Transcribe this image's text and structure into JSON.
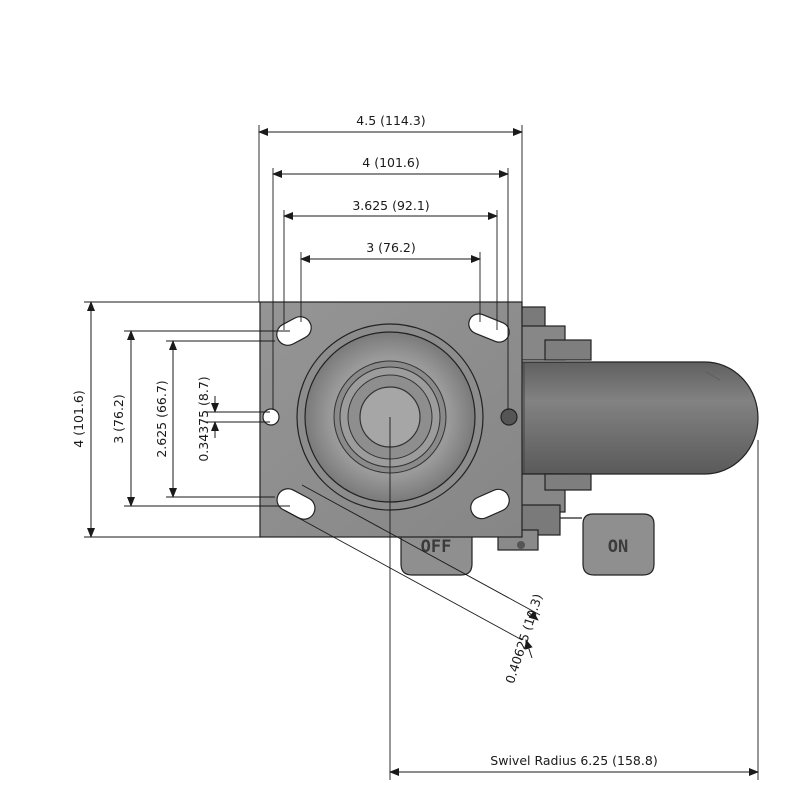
{
  "dimensions": {
    "plate_width": "4.5 (114.3)",
    "bolt_spacing_outer_x": "4 (101.6)",
    "bolt_spacing_mid_x": "3.625 (92.1)",
    "bolt_spacing_inner_x": "3 (76.2)",
    "plate_height": "4 (101.6)",
    "bolt_spacing_outer_y": "3 (76.2)",
    "bolt_spacing_mid_y": "2.625 (66.7)",
    "slot_width": "0.34375 (8.7)",
    "bolt_hole_diameter": "0.40625 (10.3)",
    "swivel_radius": "Swivel Radius 6.25 (158.8)"
  },
  "brake": {
    "off_label": "OFF",
    "on_label": "ON"
  },
  "colors": {
    "plate": "#8e8e8e",
    "wheel": "#747474",
    "raceway": "#9a9a9a",
    "line": "#1a1a1a"
  }
}
